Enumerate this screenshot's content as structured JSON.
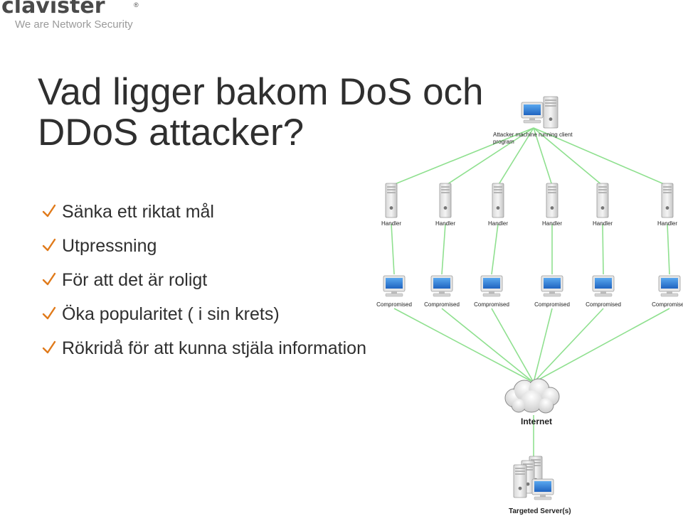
{
  "branding": {
    "logo_text": "clavister",
    "tagline": "We are Network Security"
  },
  "slide": {
    "title_line1": "Vad ligger bakom DoS och",
    "title_line2": "DDoS attacker?",
    "bullets": [
      "Sänka ett riktat mål",
      "Utpressning",
      "För att det är roligt",
      "Öka popularitet ( i sin krets)",
      "Rökridå för att kunna stjäla information"
    ]
  },
  "diagram": {
    "attacker_label_line1": "Attacker machine running client",
    "attacker_label_line2": "program",
    "handler_label": "Handler",
    "compromised_label": "Compromised",
    "internet_label": "Internet",
    "target_label": "Targeted Server(s)",
    "handler_count": 6,
    "compromised_count": 6
  },
  "colors": {
    "check": "#e07a1a",
    "link_line": "#8fe08f",
    "screen_blue": "#2f7fd6",
    "text_dark": "#2f2f2f"
  }
}
